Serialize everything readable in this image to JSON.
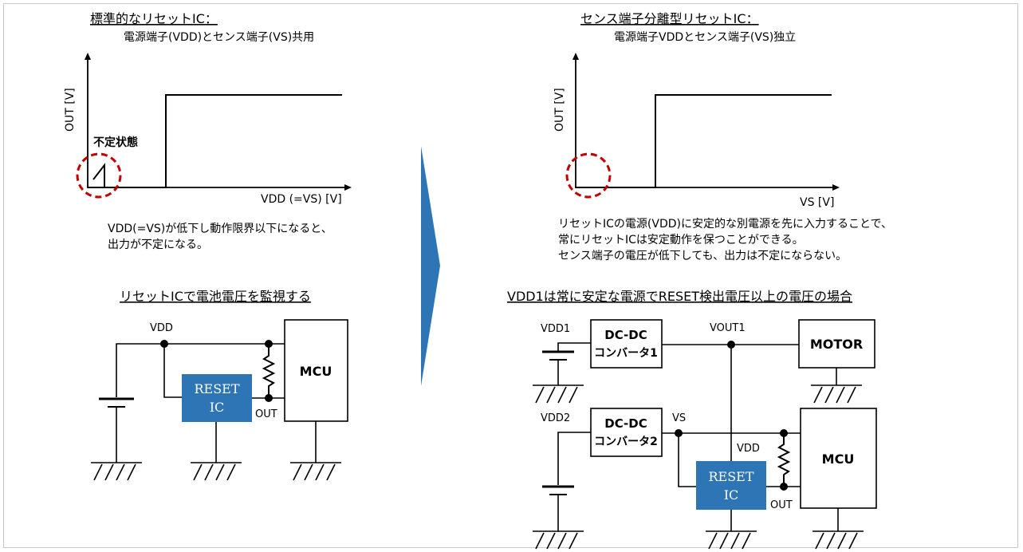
{
  "left": {
    "title": "標準的なリセットIC：",
    "subtitle": "電源端子(VDD)とセンス端子(VS)共用",
    "graph": {
      "ylabel": "OUT [V]",
      "xlabel": "VDD (=VS) [V]",
      "annotation": "不定状態"
    },
    "desc_line1": "VDD(=VS)が低下し動作限界以下になると、",
    "desc_line2": "出力が不定になる。",
    "circuit_title": "リセットICで電池電圧を監視する",
    "circuit": {
      "vdd": "VDD",
      "reset_line1": "RESET",
      "reset_line2": "IC",
      "out": "OUT",
      "mcu": "MCU"
    }
  },
  "right": {
    "title": "センス端子分離型リセットIC：",
    "subtitle": "電源端子VDDとセンス端子(VS)独立",
    "graph": {
      "ylabel": "OUT [V]",
      "xlabel": "VS [V]"
    },
    "desc_line1": "リセットICの電源(VDD)に安定的な別電源を先に入力することで、",
    "desc_line2": "常にリセットICは安定動作を保つことができる。",
    "desc_line3": "センス端子の電圧が低下しても、出力は不定にならない。",
    "circuit_title": "VDD1は常に安定な電源でRESET検出電圧以上の電圧の場合",
    "circuit": {
      "vdd1": "VDD1",
      "vdd2": "VDD2",
      "dcdc1_line1": "DC-DC",
      "dcdc1_line2": "コンバータ1",
      "dcdc2_line1": "DC-DC",
      "dcdc2_line2": "コンバータ2",
      "vout1": "VOUT1",
      "vs": "VS",
      "vdd": "VDD",
      "motor": "MOTOR",
      "mcu": "MCU",
      "reset_line1": "RESET",
      "reset_line2": "IC",
      "out": "OUT"
    }
  },
  "colors": {
    "arrow": "#2e75b6",
    "reset_box": "#2e75b6",
    "circle": "#c00000"
  }
}
